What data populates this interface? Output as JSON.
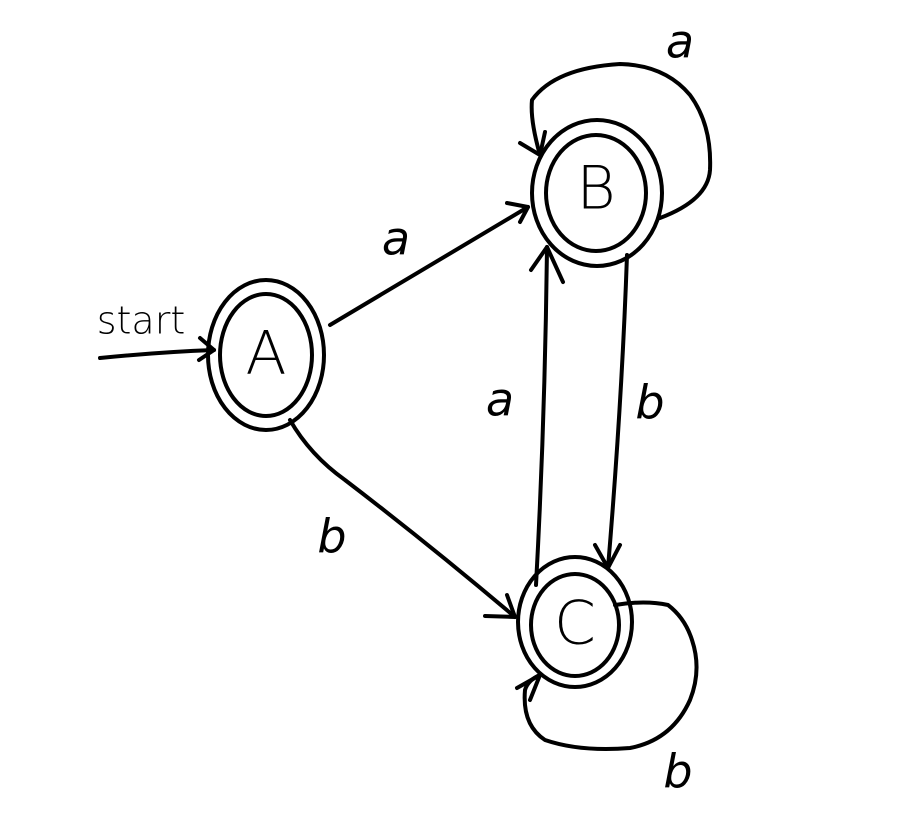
{
  "diagram": {
    "start_label": "start",
    "states": [
      {
        "id": "A",
        "label": "A",
        "accepting": true
      },
      {
        "id": "B",
        "label": "B",
        "accepting": true
      },
      {
        "id": "C",
        "label": "C",
        "accepting": true
      }
    ],
    "transitions": [
      {
        "from": "A",
        "to": "B",
        "symbol": "a"
      },
      {
        "from": "A",
        "to": "C",
        "symbol": "b"
      },
      {
        "from": "B",
        "to": "B",
        "symbol": "a"
      },
      {
        "from": "B",
        "to": "C",
        "symbol": "b"
      },
      {
        "from": "C",
        "to": "B",
        "symbol": "a"
      },
      {
        "from": "C",
        "to": "C",
        "symbol": "b"
      }
    ]
  }
}
